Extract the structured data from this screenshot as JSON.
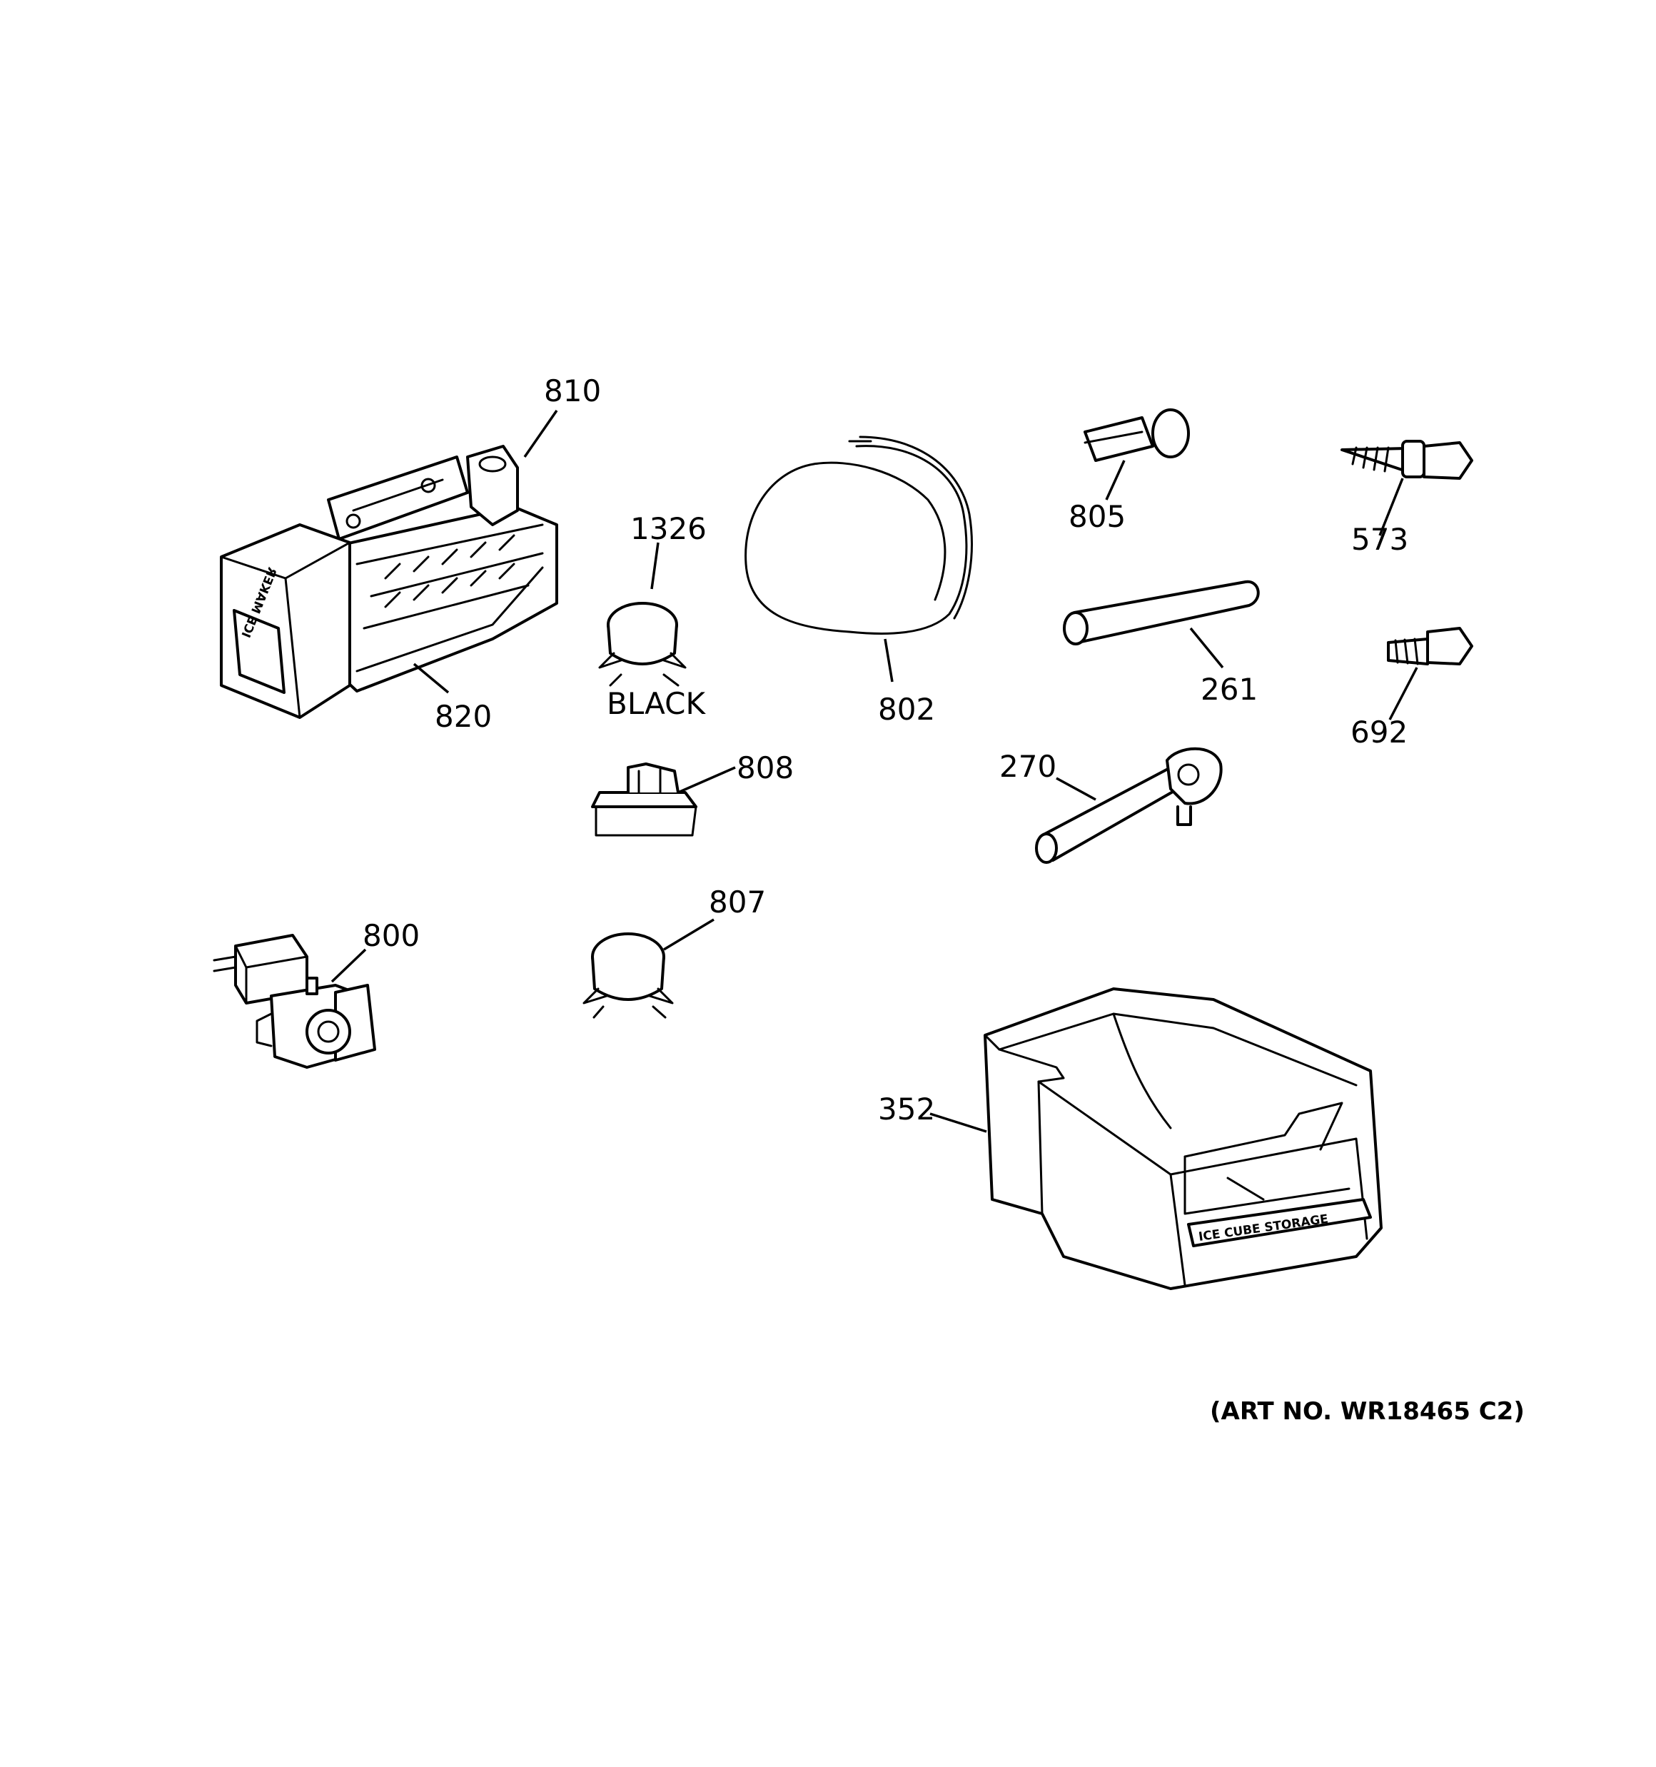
{
  "callouts": {
    "p810": "810",
    "p820": "820",
    "p1326": "1326",
    "black": "BLACK",
    "p802": "802",
    "p805": "805",
    "p573": "573",
    "p261": "261",
    "p692": "692",
    "p808": "808",
    "p270": "270",
    "p800": "800",
    "p807": "807",
    "p352": "352"
  },
  "part_labels": {
    "ice_maker": "ICE MAKER",
    "ice_storage": "ICE  CUBE STORAGE"
  },
  "art_number": "(ART NO. WR18465 C2)"
}
